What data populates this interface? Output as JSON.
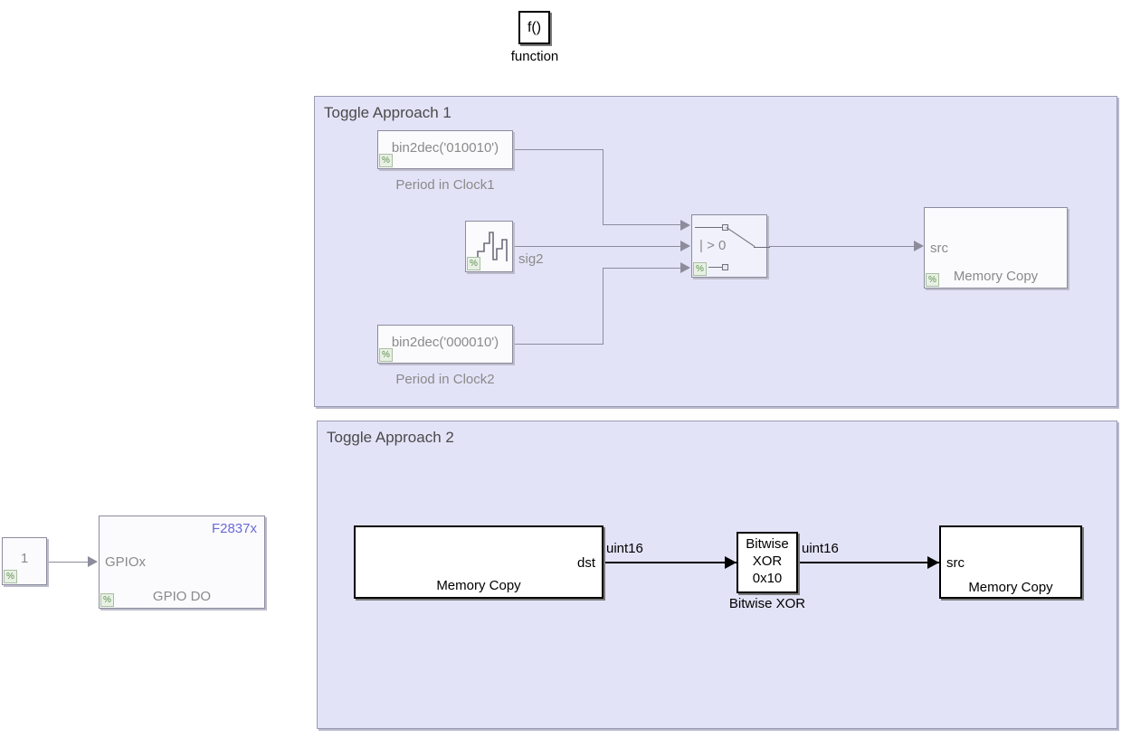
{
  "diagram": {
    "title": "Simulink block diagram",
    "colors": {
      "subsystem_fill": "#e3e3f8",
      "subsystem_border": "#9a9ab4",
      "active_block_fill": "#ffffff",
      "active_block_border": "#000000",
      "commented_text": "#8a8a8a",
      "wire": "#8c8c9c",
      "wire_active": "#000000",
      "brand_label": "#6a6ad6",
      "badge_green": "#5f9150"
    }
  },
  "function_block": {
    "label": "f()",
    "caption": "function"
  },
  "constant_block": {
    "value": "1",
    "badge": "%"
  },
  "gpio_block": {
    "brand": "F2837x",
    "port_in": "GPIOx",
    "name": "GPIO DO",
    "badge": "%"
  },
  "approach1": {
    "title": "Toggle Approach 1",
    "const1": {
      "expr": "bin2dec('010010')",
      "caption": "Period in Clock1",
      "badge": "%"
    },
    "const2": {
      "expr": "bin2dec('000010')",
      "caption": "Period in Clock2",
      "badge": "%"
    },
    "signal_generator": {
      "signal_label": "sig2",
      "badge": "%",
      "icon": "pulse-waveform-icon"
    },
    "switch": {
      "criteria": "| > 0",
      "badge": "%"
    },
    "memory_copy": {
      "port_in": "src",
      "name": "Memory Copy",
      "badge": "%"
    }
  },
  "approach2": {
    "title": "Toggle Approach 2",
    "memory_copy_src": {
      "name": "Memory Copy",
      "port_out": "dst"
    },
    "bitwise_xor": {
      "line1": "Bitwise",
      "line2": "XOR",
      "line3": "0x10",
      "caption": "Bitwise XOR"
    },
    "memory_copy_dst": {
      "port_in": "src",
      "name": "Memory Copy"
    },
    "signal_types": {
      "from_memcopy": "uint16",
      "from_xor": "uint16"
    }
  }
}
